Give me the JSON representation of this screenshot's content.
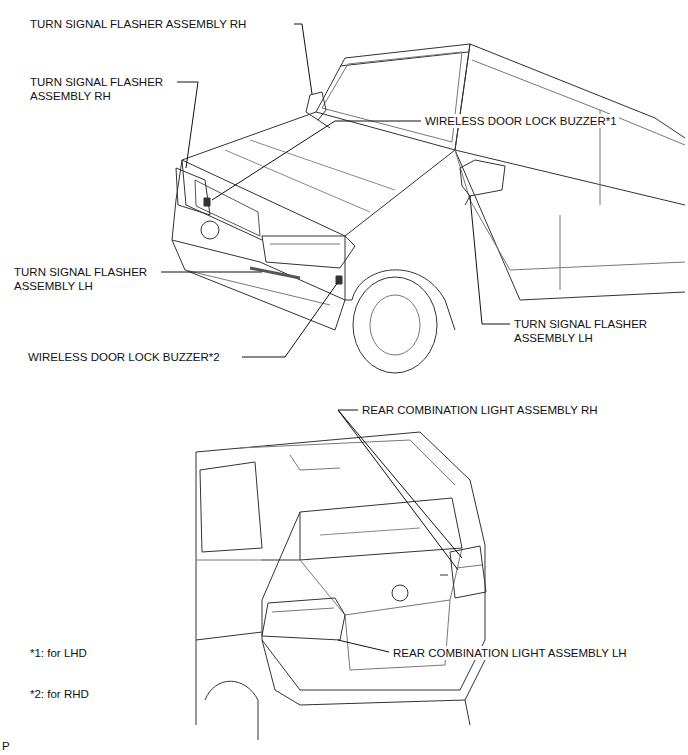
{
  "diagram": {
    "labels": [
      "TURN SIGNAL FLASHER ASSEMBLY RH",
      "TURN SIGNAL FLASHER ASSEMBLY RH",
      "WIRELESS DOOR LOCK BUZZER*1",
      "TURN SIGNAL FLASHER ASSEMBLY LH",
      "TURN SIGNAL FLASHER ASSEMBLY LH",
      "WIRELESS DOOR LOCK BUZZER*2",
      "REAR COMBINATION LIGHT ASSEMBLY RH",
      "*1: for LHD",
      "REAR COMBINATION LIGHT ASSEMBLY LH",
      "*2: for RHD",
      "P"
    ]
  }
}
